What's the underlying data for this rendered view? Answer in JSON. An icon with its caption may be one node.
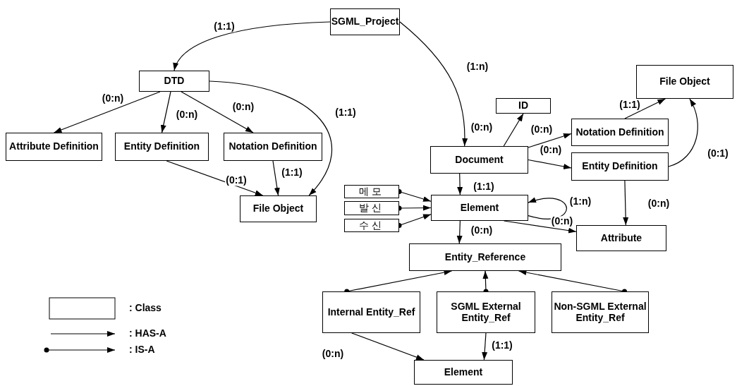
{
  "diagram": {
    "nodes": [
      {
        "text": [
          "SGML_Project"
        ]
      },
      {
        "text": [
          "DTD"
        ]
      },
      {
        "text": [
          "Attribute Definition"
        ]
      },
      {
        "text": [
          "Entity Definition"
        ]
      },
      {
        "text": [
          "Notation Definition"
        ]
      },
      {
        "text": [
          "File Object"
        ]
      },
      {
        "text": [
          "File Object"
        ]
      },
      {
        "text": [
          "ID"
        ]
      },
      {
        "text": [
          "Notation Definition"
        ]
      },
      {
        "text": [
          "Document"
        ]
      },
      {
        "text": [
          "Entity Definition"
        ]
      },
      {
        "text": [
          "메모"
        ]
      },
      {
        "text": [
          "발신"
        ]
      },
      {
        "text": [
          "수신"
        ]
      },
      {
        "text": [
          "Element"
        ]
      },
      {
        "text": [
          "Attribute"
        ]
      },
      {
        "text": [
          "Entity_Reference"
        ]
      },
      {
        "text": [
          "Internal Entity_Ref"
        ]
      },
      {
        "text": [
          "SGML External Entity_Ref"
        ]
      },
      {
        "text": [
          "Non-SGML External Entity_Ref"
        ]
      },
      {
        "text": [
          "Element"
        ]
      }
    ],
    "edges": [
      {
        "from": 0,
        "to": 1,
        "arrow": "to",
        "label": "(1:1)"
      },
      {
        "from": 0,
        "to": 9,
        "arrow": "to",
        "label": "(1:n)"
      },
      {
        "from": 1,
        "to": 2,
        "arrow": "to",
        "label": "(0:n)"
      },
      {
        "from": 1,
        "to": 3,
        "arrow": "to",
        "label": "(0:n)"
      },
      {
        "from": 1,
        "to": 4,
        "arrow": "to",
        "label": "(0:n)"
      },
      {
        "from": 1,
        "to": 5,
        "arrow": "to",
        "label": "(1:1)"
      },
      {
        "from": 3,
        "to": 5,
        "arrow": "to",
        "label": "(0:1)"
      },
      {
        "from": 4,
        "to": 5,
        "arrow": "to",
        "label": "(1:1)"
      },
      {
        "from": 9,
        "to": 7,
        "arrow": "to",
        "label": "(0:n)"
      },
      {
        "from": 9,
        "to": 8,
        "arrow": "to",
        "label": "(0:n)"
      },
      {
        "from": 9,
        "to": 10,
        "arrow": "to",
        "label": "(0:n)"
      },
      {
        "from": 8,
        "to": 6,
        "arrow": "to",
        "label": "(1:1)"
      },
      {
        "from": 10,
        "to": 6,
        "arrow": "to",
        "label": "(0:1)"
      },
      {
        "from": 9,
        "to": 14,
        "arrow": "to",
        "label": "(1:1)"
      },
      {
        "from": 10,
        "to": 15,
        "arrow": "to",
        "label": "(0:n)"
      },
      {
        "from": 14,
        "to": 14,
        "arrow": "to",
        "label": "(1:n)"
      },
      {
        "from": 14,
        "to": 15,
        "arrow": "to",
        "label": "(0:n)"
      },
      {
        "from": 14,
        "to": 16,
        "arrow": "to",
        "label": "(0:n)"
      },
      {
        "from": 11,
        "to": 14,
        "arrow": "to"
      },
      {
        "from": 12,
        "to": 14,
        "arrow": "to"
      },
      {
        "from": 13,
        "to": 14,
        "arrow": "to"
      },
      {
        "from": 17,
        "to": 16,
        "arrow": "to"
      },
      {
        "from": 18,
        "to": 16,
        "arrow": "to"
      },
      {
        "from": 19,
        "to": 16,
        "arrow": "to"
      },
      {
        "from": 17,
        "to": 20,
        "arrow": "to",
        "label": "(0:n)"
      },
      {
        "from": 18,
        "to": 20,
        "arrow": "to",
        "label": "(1:1)"
      }
    ],
    "legend": [
      {
        "text": ": Class"
      },
      {
        "text": ": HAS-A"
      },
      {
        "text": ": IS-A"
      }
    ]
  }
}
